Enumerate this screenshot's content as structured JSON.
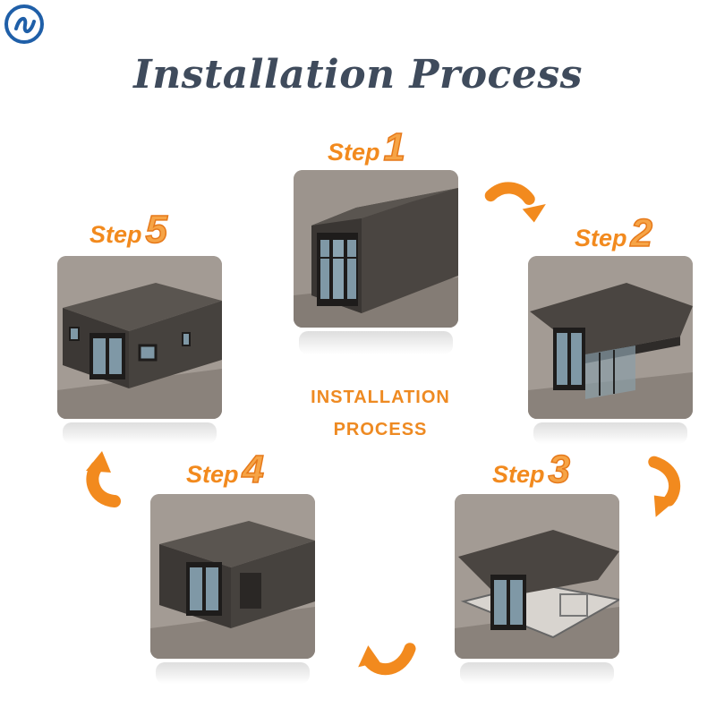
{
  "title": "Installation Process",
  "center_text": {
    "line1": "INSTALLATION",
    "line2": "PROCESS"
  },
  "steps": [
    {
      "word": "Step",
      "number": "1"
    },
    {
      "word": "Step",
      "number": "2"
    },
    {
      "word": "Step",
      "number": "3"
    },
    {
      "word": "Step",
      "number": "4"
    },
    {
      "word": "Step",
      "number": "5"
    }
  ],
  "colors": {
    "accent": "#f28a1e",
    "title": "#3f4b5c",
    "house": "#3c3835"
  },
  "icons": [
    "brand-logo-icon",
    "curved-arrow-icon"
  ]
}
